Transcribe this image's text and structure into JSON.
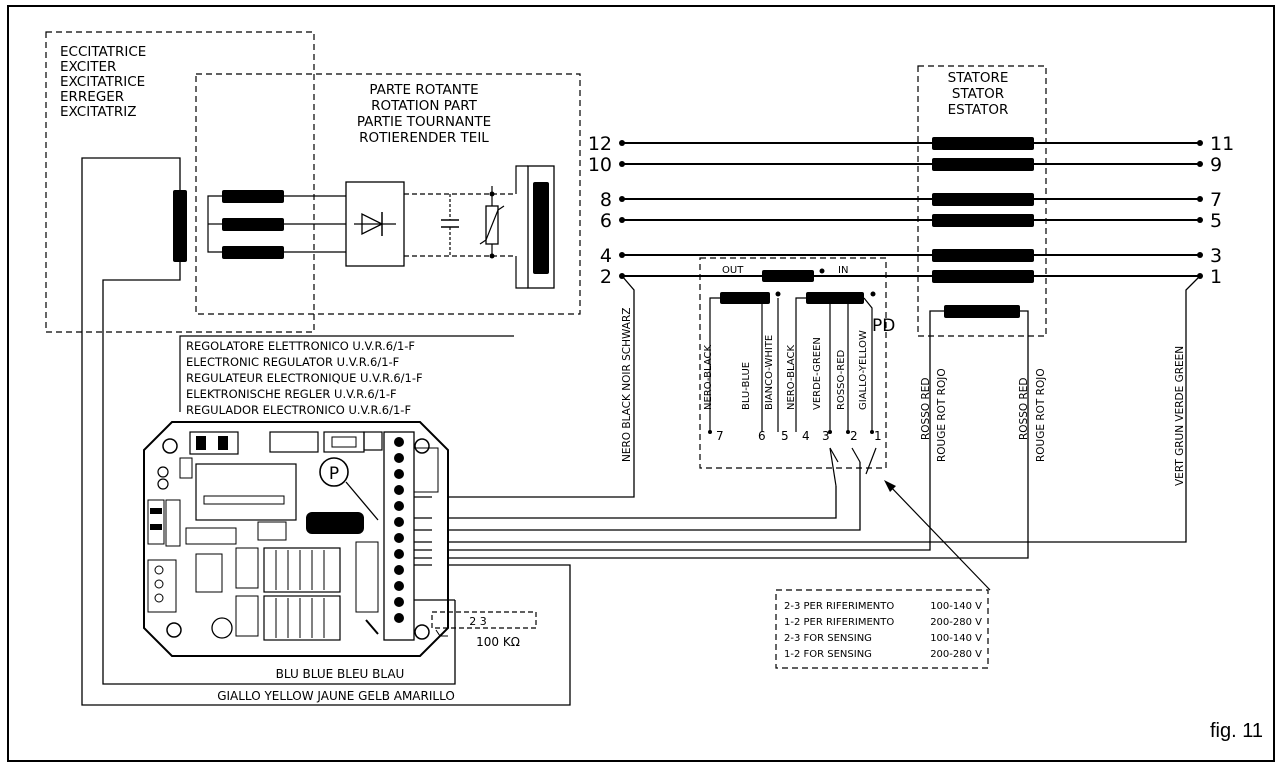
{
  "exciter_labels": [
    "ECCITATRICE",
    "EXCITER",
    "EXCITATRICE",
    "ERREGER",
    "EXCITATRIZ"
  ],
  "rotating_labels": [
    "PARTE ROTANTE",
    "ROTATION PART",
    "PARTIE TOURNANTE",
    "ROTIERENDER TEIL"
  ],
  "stator_labels": [
    "STATORE",
    "STATOR",
    "ESTATOR"
  ],
  "regulator_labels": [
    "REGOLATORE ELETTRONICO U.V.R.6/1-F",
    "ELECTRONIC REGULATOR U.V.R.6/1-F",
    "REGULATEUR ELECTRONIQUE U.V.R.6/1-F",
    "ELEKTRONISCHE REGLER U.V.R.6/1-F",
    "REGULADOR ELECTRONICO U.V.R.6/1-F"
  ],
  "terminals_left": [
    "12",
    "10",
    "8",
    "6",
    "4",
    "2"
  ],
  "terminals_right": [
    "11",
    "9",
    "7",
    "5",
    "3",
    "1"
  ],
  "terminal_block": {
    "out_label": "OUT",
    "in_label": "IN",
    "pd_label": "PD",
    "wires": [
      "NERO-BLACK",
      "BLU-BLUE",
      "BIANCO-WHITE",
      "NERO-BLACK",
      "VERDE-GREEN",
      "ROSSO-RED",
      "GIALLO-YELLOW"
    ],
    "numbers": [
      "7",
      "6",
      "5",
      "4",
      "3",
      "2",
      "1"
    ]
  },
  "wire_labels": {
    "black": "NERO BLACK NOIR SCHWARZ",
    "red_1_line1": "ROSSO RED",
    "red_1_line2": "ROUGE ROT ROJO",
    "red_2_line1": "ROSSO RED",
    "red_2_line2": "ROUGE ROT ROJO",
    "green": "VERT GRUN VERDE GREEN",
    "blue": "BLU BLUE BLEU BLAU",
    "yellow": "GIALLO YELLOW JAUNE GELB AMARILLO"
  },
  "sensing_notes": [
    {
      "label": "2-3 PER RIFERIMENTO",
      "value": "100-140 V"
    },
    {
      "label": "1-2 PER RIFERIMENTO",
      "value": "200-280 V"
    },
    {
      "label": "2-3 FOR SENSING",
      "value": "100-140 V"
    },
    {
      "label": "1-2 FOR SENSING",
      "value": "200-280 V"
    }
  ],
  "resistor": {
    "value": "100 KΩ",
    "terminals": "2 3"
  },
  "pot_label": "P",
  "figure_label": "fig. 11"
}
